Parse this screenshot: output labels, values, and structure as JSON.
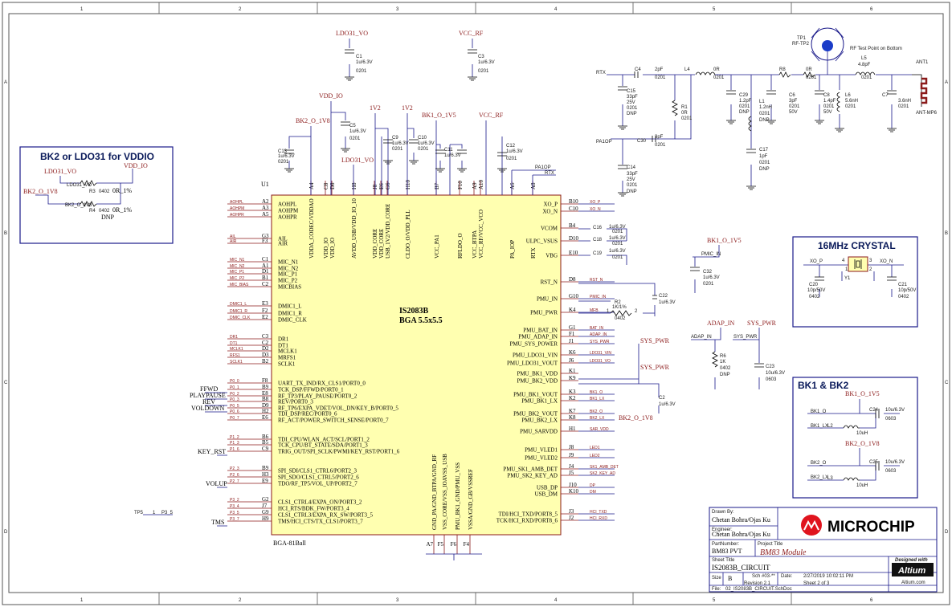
{
  "grid": {
    "cols": [
      "1",
      "2",
      "3",
      "4",
      "5",
      "6"
    ],
    "rows": [
      "A",
      "B",
      "C",
      "D"
    ]
  },
  "left_box": {
    "title": "BK2 or LDO31 for VDDIO",
    "nets": [
      "LDO31_VO",
      "VDD_IO",
      "BK2_O_1V8"
    ],
    "r3": "R3",
    "r3_pkg": "0402",
    "r3_val": "0R_1%",
    "r4": "R4",
    "r4_pkg": "0402",
    "r4_val": "0R_1%",
    "r4_dnp": "DNP",
    "lbl_ldo": "LDO31_VO",
    "lbl_bk2": "BK2_O_1V8"
  },
  "ic": {
    "ref": "U1",
    "name": "IS2083B",
    "pkg": "BGA 5.5x5.5",
    "footprint": "BGA-81Ball",
    "left_pins": [
      {
        "ball": "A2",
        "name": "AOHPL",
        "net": "AOHPL"
      },
      {
        "ball": "A3",
        "name": "AOHPM",
        "net": "AOHPM"
      },
      {
        "ball": "A5",
        "name": "AOHPR",
        "net": "AOHPR"
      },
      {
        "ball": "G3",
        "name": "AIL",
        "net": "AIL"
      },
      {
        "ball": "F3",
        "name": "AIR",
        "net": "AIR"
      },
      {
        "ball": "C1",
        "name": "MIC_N1",
        "net": "MIC_N1"
      },
      {
        "ball": "A1",
        "name": "MIC_N2",
        "net": "MIC_N2"
      },
      {
        "ball": "D1",
        "name": "MIC_P1",
        "net": "MIC_P1"
      },
      {
        "ball": "B1",
        "name": "MIC_P2",
        "net": "MIC_P2"
      },
      {
        "ball": "C2",
        "name": "MICBIAS",
        "net": "MIC_BIAS"
      },
      {
        "ball": "E3",
        "name": "DMIC1_L",
        "net": "DMIC1_L"
      },
      {
        "ball": "F2",
        "name": "DMIC1_R",
        "net": "DMIC1_R"
      },
      {
        "ball": "E2",
        "name": "DMIC_CLK",
        "net": "DMIC_CLK"
      },
      {
        "ball": "C3",
        "name": "DR1",
        "net": "DR1"
      },
      {
        "ball": "C2",
        "name": "DT1",
        "net": "DT1"
      },
      {
        "ball": "D2",
        "name": "MCLK1",
        "net": "MCLK1"
      },
      {
        "ball": "D3",
        "name": "MRFS1",
        "net": "RFS1"
      },
      {
        "ball": "B2",
        "name": "SCLK1",
        "net": "SCLK1"
      },
      {
        "ball": "F8",
        "name": "UART_TX_IND/RX_CLS1/PORT0_0",
        "net": "P0_0"
      },
      {
        "ball": "B9",
        "name": "TCK_DSP/FFWD/PORT0_1",
        "net": "P0_1"
      },
      {
        "ball": "E8",
        "name": "RF_TP3/PLAY_PAUSE/PORT0_2",
        "net": "P0_2"
      },
      {
        "ball": "B8",
        "name": "REV/PORT0_3",
        "net": "P0_3"
      },
      {
        "ball": "D9",
        "name": "RF_TP6/EXPA_VDET/VOL_DN/KEY_B/PORT0_5",
        "net": "P0_5"
      },
      {
        "ball": "H2",
        "name": "TDI_DSP/REC/PORT0_6",
        "net": "P0_6"
      },
      {
        "ball": "E6",
        "name": "RF_ACT/POWER_SWITCH_SENSE/PORT0_7",
        "net": "P0_7"
      },
      {
        "ball": "B6",
        "name": "TDI_CPU/WLAN_ACT/SCL/PORT1_2",
        "net": "P1_2"
      },
      {
        "ball": "B5",
        "name": "TCK_CPU/BT_STATE/SDA/PORT1_3",
        "net": "P1_3"
      },
      {
        "ball": "C9",
        "name": "TRIG_OUT/SPI_SCLK/PWMI/KEY_RST/PORT1_6",
        "net": "P1_6"
      },
      {
        "ball": "B9",
        "name": "SPI_SDI/CLS1_CTRL6/PORT2_3",
        "net": "P2_3"
      },
      {
        "ball": "H3",
        "name": "SPI_SDO/CLS1_CTRL5/PORT2_6",
        "net": "P2_6"
      },
      {
        "ball": "E9",
        "name": "TDO/RF_TP5/VOL_UP/PORT2_7",
        "net": "P2_7"
      },
      {
        "ball": "G2",
        "name": "CLS1_CTRL4/EXPA_ON/PORT3_2",
        "net": "P3_2"
      },
      {
        "ball": "J7",
        "name": "HCI_RTS/BDK_FW/PORT3_4",
        "net": "P3_4"
      },
      {
        "ball": "G9",
        "name": "CLS1_CTRL3/EXPA_RX_SW/PORT3_5",
        "net": "P3_5"
      },
      {
        "ball": "H9",
        "name": "TMS/HCI_CTS/TX_CLS1/PORT3_7",
        "net": "P3_7"
      }
    ],
    "right_pins": [
      {
        "ball": "B10",
        "name": "XO_P",
        "net": "XO_P"
      },
      {
        "ball": "C10",
        "name": "XO_N",
        "net": "XO_N"
      },
      {
        "ball": "B4",
        "name": "VCOM",
        "net": ""
      },
      {
        "ball": "D10",
        "name": "ULPC_VSUS",
        "net": ""
      },
      {
        "ball": "E10",
        "name": "VBG",
        "net": ""
      },
      {
        "ball": "D8",
        "name": "RST_N",
        "net": "RST_N"
      },
      {
        "ball": "G10",
        "name": "PMU_IN",
        "net": "PMIC_IN"
      },
      {
        "ball": "K4",
        "name": "PMU_PWR",
        "net": "MFB"
      },
      {
        "ball": "G1",
        "name": "PMU_BAT_IN",
        "net": "BAT_IN"
      },
      {
        "ball": "F1",
        "name": "PMU_ADAP_IN",
        "net": "ADAP_IN"
      },
      {
        "ball": "J1",
        "name": "PMU_SYS_POWER",
        "net": "SYS_PWR"
      },
      {
        "ball": "K6",
        "name": "PMU_LDO31_VIN",
        "net": "LDO31_VIN"
      },
      {
        "ball": "J6",
        "name": "PMU_LDO31_VOUT",
        "net": "LDO31_VO"
      },
      {
        "ball": "K1",
        "name": "PMU_BK1_VDD",
        "net": ""
      },
      {
        "ball": "K9",
        "name": "PMU_BK2_VDD",
        "net": ""
      },
      {
        "ball": "K3",
        "name": "PMU_BK1_VOUT",
        "net": "BK1_O"
      },
      {
        "ball": "K2",
        "name": "PMU_BK1_LX",
        "net": "BK1_LX"
      },
      {
        "ball": "K7",
        "name": "PMU_BK2_VOUT",
        "net": "BK2_O"
      },
      {
        "ball": "K8",
        "name": "PMU_BK2_LX",
        "net": "BK2_LX"
      },
      {
        "ball": "H1",
        "name": "PMU_SARVDD",
        "net": "SAR_VDD"
      },
      {
        "ball": "J8",
        "name": "PMU_VLED1",
        "net": "LED1"
      },
      {
        "ball": "J9",
        "name": "PMU_VLED2",
        "net": "LED2"
      },
      {
        "ball": "J4",
        "name": "PMU_SK1_AMB_DET",
        "net": "SK1_AMB_DET"
      },
      {
        "ball": "J5",
        "name": "PMU_SK2_KEY_AD",
        "net": "SK2_KEY_AD"
      },
      {
        "ball": "J10",
        "name": "USB_DP",
        "net": "DP"
      },
      {
        "ball": "K10",
        "name": "USB_DM",
        "net": "DM"
      },
      {
        "ball": "J3",
        "name": "TDI/HCI_TXD/PORT8_5",
        "net": "HCI_TXD"
      },
      {
        "ball": "J2",
        "name": "TCK/HCI_RXD/PORT8_6",
        "net": "HCI_RXD"
      }
    ],
    "top_pins": [
      {
        "ball": "A4",
        "name": "VDDA_CODEC/VDDAO"
      },
      {
        "ball": "C8",
        "name": "VDD_IO"
      },
      {
        "ball": "D8",
        "name": "VDD_IO"
      },
      {
        "ball": "H8",
        "name": "AVDD_USB/VDD_IO_10"
      },
      {
        "ball": "J8",
        "name": "VDD_CORE"
      },
      {
        "ball": "E6",
        "name": "VDD_CORE"
      },
      {
        "ball": "G6",
        "name": "USB_1V2/VDD_CORE"
      },
      {
        "ball": "H10",
        "name": "CLDO_O/VDD_PLL"
      },
      {
        "ball": "B7",
        "name": "VCC_PA1"
      },
      {
        "ball": "F10",
        "name": "RFLDO_O"
      },
      {
        "ball": "A9",
        "name": "VCC_BTPA"
      },
      {
        "ball": "A10",
        "name": "VCC_RF/VCC_VCO"
      },
      {
        "ball": "A6",
        "name": "PA_IOP"
      },
      {
        "ball": "A8",
        "name": "RTX"
      }
    ],
    "bottom_pins": [
      {
        "ball": "A7",
        "name": "GND_PA/GND_BTPA/GND_RF"
      },
      {
        "ball": "F5",
        "name": "VSS_CORE/VSS_IOAVSS_USB"
      },
      {
        "ball": "F6",
        "name": "PMU_BK1_GND/PMU_VSS"
      },
      {
        "ball": "F4",
        "name": "VSSA/GND_GB/VSSREF"
      }
    ]
  },
  "left_labels": {
    "ffwd": "FFWD",
    "play": "PLAYPAUSE",
    "rev": "REV",
    "voldown": "VOLDOWN",
    "keyrst": "KEY_RST",
    "volup": "VOLUP",
    "tms": "TMS"
  },
  "top_supplies": {
    "ldo31_vo": "LDO31_VO",
    "vcc_rf": "VCC_RF",
    "vdd_io": "VDD_IO",
    "bk2_o_1v8": "BK2_O_1V8",
    "v1v2a": "1V2",
    "v1v2b": "1V2",
    "bk1_o_1v5": "BK1_O_1V5",
    "vcc_rf2": "VCC_RF",
    "ldo31_vo2": "LDO31_VO",
    "paiop": "PA1OP",
    "rtx": "RTX"
  },
  "rf": {
    "rtx": "RTX",
    "paiop": "PA1OP",
    "c4": "C4",
    "c4_val": "2pF",
    "c4_pkg": "0201",
    "l4": "L4",
    "l4_val": "0R",
    "l4_pkg": "0201",
    "c15": "C15",
    "c15_v": [
      "33pF",
      "25V",
      "0201",
      "DNP"
    ],
    "r1": "R1",
    "r1_v": [
      "0R",
      "0201"
    ],
    "c30": "C30",
    "c30_val": "3pF",
    "c30_pkg": "0201",
    "c14": "C14",
    "c14_v": [
      "33pF",
      "25V",
      "0201",
      "DNP"
    ],
    "c29": "C29",
    "c29_v": [
      "1.2pF",
      "0201",
      "DNP"
    ],
    "l1": "L1",
    "l1_v": [
      "1.2nH",
      "0201",
      "DNP"
    ],
    "c6": "C6",
    "c6_v": [
      "3pF",
      "0201",
      "50V"
    ],
    "c17": "C17",
    "c17_v": [
      "1pF",
      "0201",
      "DNP"
    ],
    "r8": "R8",
    "r8_val": "0R",
    "r8_pkg": "0201",
    "c8": "C8",
    "c8_v": [
      "1.4pF",
      "0201",
      "50V"
    ],
    "l6": "L6",
    "l6_v": [
      "5.6nH",
      "0201"
    ],
    "l5": "L5",
    "l5_val": "4.8pF",
    "l5_pkg": "0201",
    "c7": "C7",
    "c7_v": [
      "3.6nH",
      "0201"
    ],
    "tp1": "TP1",
    "tp1_sub": "RF-TP2",
    "testnote": "RF Test Point on Bottom",
    "ant": "ANT1",
    "ant_part": "ANT-MP6"
  },
  "mid_caps": {
    "c1": "C1",
    "c1_v": "1u/6.3V",
    "c1_p": "0201",
    "c3": "C3",
    "c3_v": "1u/6.3V",
    "c3_p": "0201",
    "c5": "C5",
    "c5_v": "1u/6.3V",
    "c5_p": "0201",
    "c10": "C10",
    "c10_v": "1u/6.3V",
    "c10_p": "0201",
    "c9": "C9",
    "c9_v": "1u/6.3V",
    "c9_p": "0201",
    "c11": "C11",
    "c11_v": "1u/6.3V",
    "c12": "C12",
    "c12_v": "1u/6.3V",
    "c12_p": "0201",
    "c13": "C13",
    "c13_v": "1u/6.3V",
    "c13_p": "0201",
    "c16": "C16",
    "c16_v": "1u/6.3V",
    "c16_p": "0201",
    "c18": "C18",
    "c18_v": "1u/6.3V",
    "c18_p": "0201",
    "c19": "C19",
    "c19_v": "1u/6.3V",
    "c19_p": "0201",
    "c22": "C22",
    "c22_v": "1u/6.3V",
    "c2": "C2",
    "c2_v": "1u/6.3V",
    "r2": "R2",
    "r2_v": "1K/1%",
    "r2_p": "0402",
    "sys_pwr1": "SYS_PWR",
    "sys_pwr2": "SYS_PWR",
    "bk2_o_1v8": "BK2_O_1V8",
    "pin1": "1",
    "pin2": "2"
  },
  "right_area": {
    "bk1_o_1v5": "BK1_O_1V5",
    "pmic_in": "PMIC_IN",
    "c32": "C32",
    "c32_v": "1u/6.3V",
    "c32_p": "0201",
    "adap_in": "ADAP_IN",
    "sys_pwr": "SYS_PWR",
    "adap_in_lbl": "ADAP_IN",
    "sys_pwr_lbl": "SYS_PWR",
    "r6": "R6",
    "r6_v": [
      "1K",
      "0402",
      "DNP"
    ],
    "c23": "C23",
    "c23_v": "10u/6.3V",
    "c23_p": "0603"
  },
  "crystal": {
    "title": "16MHz CRYSTAL",
    "xo_p": "XO_P",
    "xo_n": "XO_N",
    "y1": "Y1",
    "c20": "C20",
    "c20_v": "10p/50V",
    "c20_p": "0402",
    "c21": "C21",
    "c21_v": "10p/50V",
    "c21_p": "0402",
    "p4": "4",
    "p1": "1",
    "p3": "3",
    "p2": "2"
  },
  "bk": {
    "title": "BK1 & BK2",
    "bk1_o_1v5": "BK1_O_1V5",
    "bk2_o_1v8": "BK2_O_1V8",
    "bk1_o": "BK1_O",
    "bk1_lx": "BK1_LX",
    "bk2_o": "BK2_O",
    "bk2_lx": "BK2_LX",
    "c24": "C24",
    "c24_v": "10u/6.3V",
    "c24_p": "0603",
    "c25": "C25",
    "c25_v": "10u/6.3V",
    "c25_p": "0603",
    "l2": "L2",
    "l2_v": "10uH",
    "l3": "L3",
    "l3_v": "10uH"
  },
  "tp": {
    "tp": "TP5",
    "pin": "1",
    "net": "P3_5"
  },
  "title_block": {
    "drawn_by_lbl": "Drawn By:",
    "drawn_by": "Chetan Bohra/Ojas Ku",
    "engineer_lbl": "Engineer:",
    "engineer": "Chetan Bohra/Ojas Ku",
    "part_lbl": "PartNumber:",
    "part": "BM83 PVT",
    "project_lbl": "Project Title",
    "project": "BM83 Module",
    "sheet_lbl": "Sheet Title",
    "sheet": "IS2083B_CIRCUIT",
    "size_lbl": "Size",
    "size": "B",
    "sch": "Sch #03-**",
    "rev": "Revision 2.1",
    "date_lbl": "Date:",
    "date": "2/27/2019 10:02:11 PM",
    "sheet_no": "Sheet  2 of 3",
    "file_lbl": "File:",
    "file": "02_IS2083B_CIRCUIT.SchDoc",
    "brand": "MICROCHIP",
    "designed_with": "Designed with",
    "altium": "Altium",
    "altium_url": "Altium.com"
  }
}
